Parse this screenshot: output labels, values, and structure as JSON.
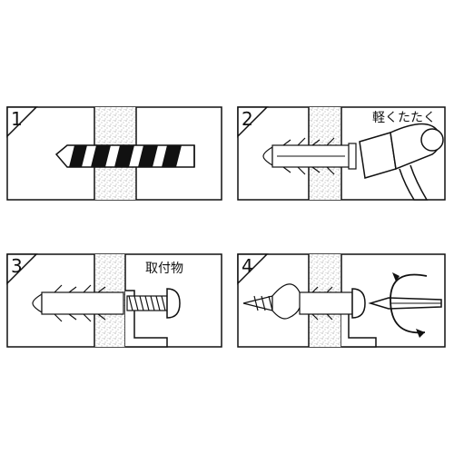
{
  "steps": [
    {
      "number": "1",
      "label": ""
    },
    {
      "number": "2",
      "label": "軽くたたく"
    },
    {
      "number": "3",
      "label": "取付物"
    },
    {
      "number": "4",
      "label": ""
    }
  ],
  "colors": {
    "line": "#111111",
    "wall_speckle": "#8a8a8a",
    "background": "#ffffff"
  }
}
